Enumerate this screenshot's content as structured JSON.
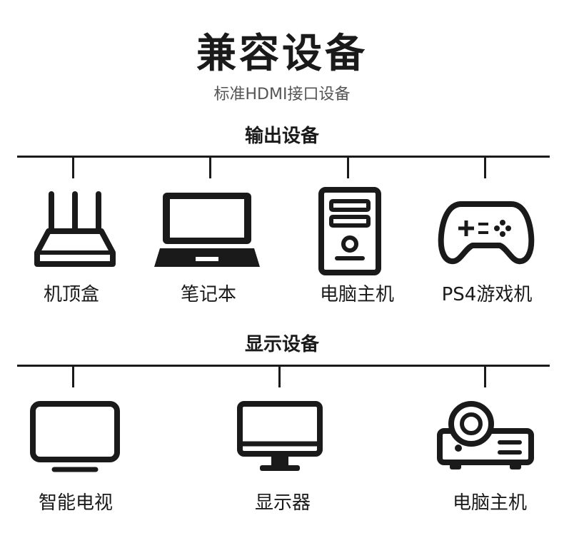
{
  "title": "兼容设备",
  "subtitle": "标准HDMI接口设备",
  "sections": [
    {
      "label": "输出设备",
      "devices": [
        {
          "label": "机顶盒",
          "icon": "router-icon"
        },
        {
          "label": "笔记本",
          "icon": "laptop-icon"
        },
        {
          "label": "电脑主机",
          "icon": "desktop-tower-icon"
        },
        {
          "label": "PS4游戏机",
          "icon": "gamepad-icon"
        }
      ]
    },
    {
      "label": "显示设备",
      "devices": [
        {
          "label": "智能电视",
          "icon": "tv-icon"
        },
        {
          "label": "显示器",
          "icon": "monitor-icon"
        },
        {
          "label": "电脑主机",
          "icon": "projector-icon"
        }
      ]
    }
  ]
}
